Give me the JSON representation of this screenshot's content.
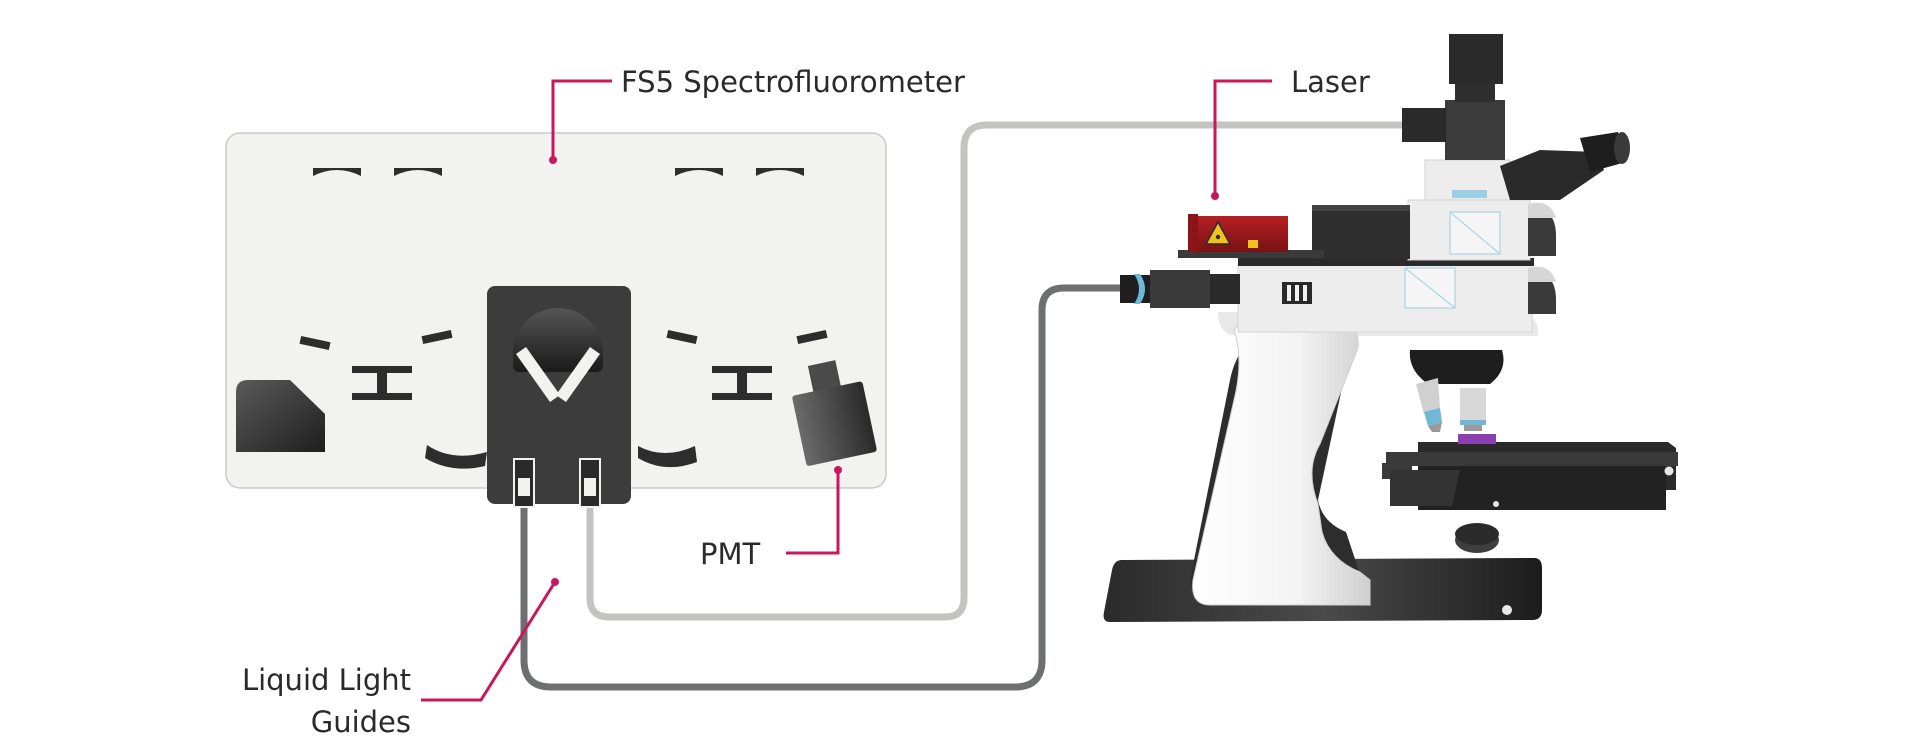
{
  "labels": {
    "spectrofluorometer": "FS5 Spectrofluorometer",
    "laser": "Laser",
    "pmt": "PMT",
    "light_guides_line1": "Liquid Light",
    "light_guides_line2": "Guides"
  },
  "colors": {
    "accent": "#c8175d",
    "housing_fill": "#f2f3f1",
    "housing_stroke": "#c9cac8",
    "dark_component": "#3a3a3a",
    "light_guide_light": "#c3c4c2",
    "light_guide_dark": "#6e6f70",
    "laser_body": "#9a1a1c",
    "warning_yellow": "#f1c21b",
    "sample_purple": "#8b3fb0",
    "objective_blue": "#6fb8d8"
  },
  "icons": {
    "laser_warning": "laser-warning-icon"
  }
}
